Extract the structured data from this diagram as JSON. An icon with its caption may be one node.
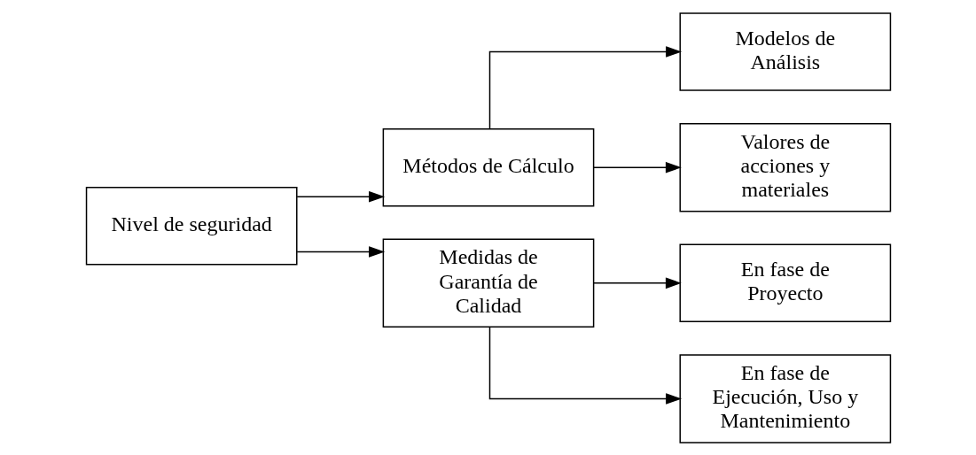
{
  "diagram": {
    "nodes": [
      {
        "text": [
          "Nivel de seguridad"
        ]
      },
      {
        "text": [
          "Métodos de Cálculo"
        ]
      },
      {
        "text": [
          "Medidas de Garantía de Calidad"
        ]
      },
      {
        "text": [
          "Modelos de Análisis"
        ]
      },
      {
        "text": [
          "Valores de acciones y materiales"
        ]
      },
      {
        "text": [
          "En fase de Proyecto"
        ]
      },
      {
        "text": [
          "En fase de Ejecución, Uso y Mantenimiento"
        ]
      }
    ],
    "edges": [
      {
        "from": 0,
        "to": 1,
        "arrow": "to"
      },
      {
        "from": 0,
        "to": 2,
        "arrow": "to"
      },
      {
        "from": 1,
        "to": 3,
        "arrow": "to"
      },
      {
        "from": 1,
        "to": 4,
        "arrow": "to"
      },
      {
        "from": 2,
        "to": 5,
        "arrow": "to"
      },
      {
        "from": 2,
        "to": 6,
        "arrow": "to"
      }
    ]
  }
}
